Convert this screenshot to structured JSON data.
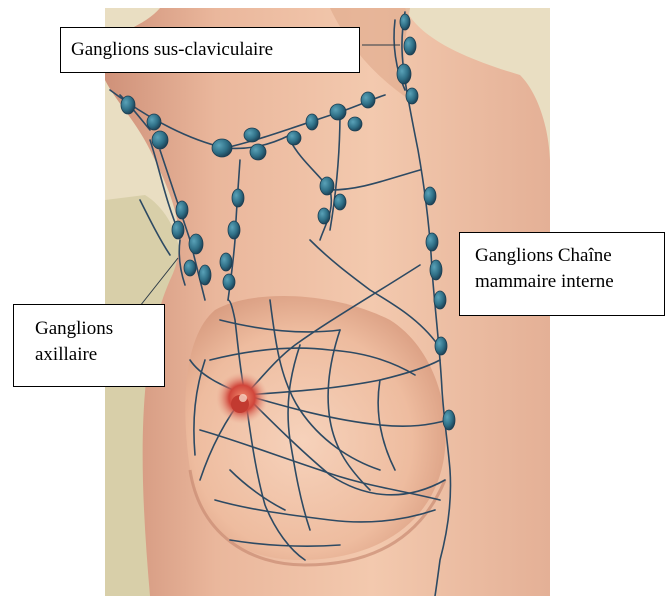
{
  "labels": {
    "supraclavicular": "Ganglions sus-claviculaire",
    "axillary_line1": "Ganglions",
    "axillary_line2": "axillaire",
    "internal_line1": "Ganglions Chaîne",
    "internal_line2": "mammaire interne"
  },
  "colors": {
    "skin_light": "#f1c3a7",
    "skin_shadow": "#c98c74",
    "background_wall": "#e9dec2",
    "lymph_vessel": "#2d4a63",
    "lymph_node": "#2f6f86",
    "nipple": "#d0453a"
  }
}
